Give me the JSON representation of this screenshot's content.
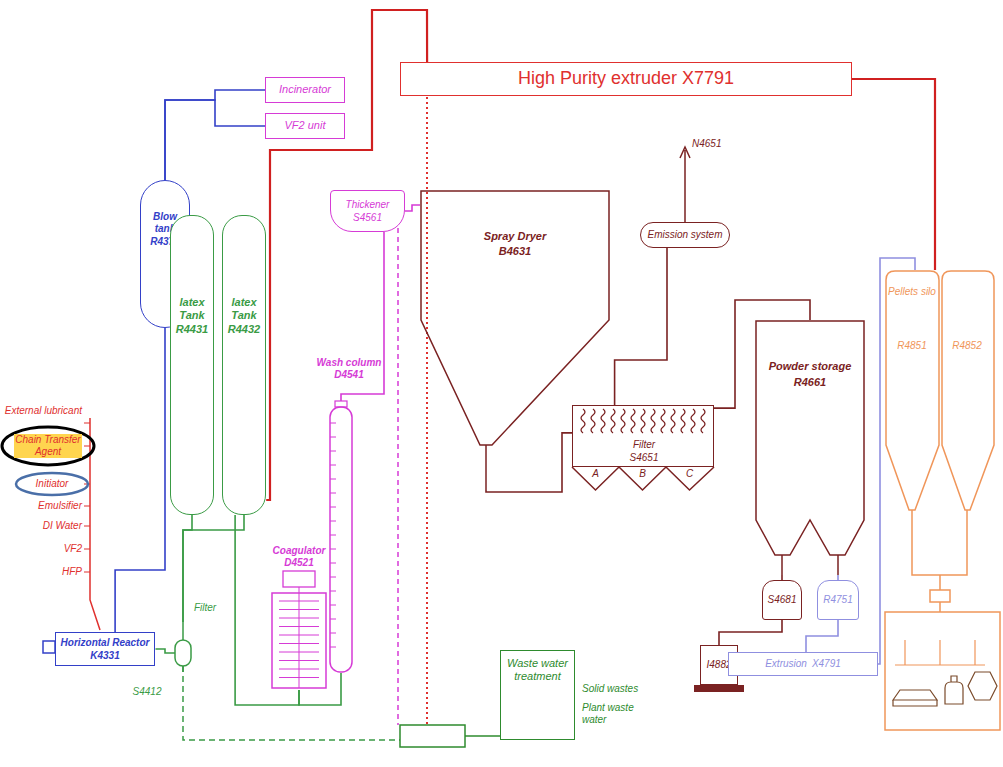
{
  "diagram": {
    "nodes": [
      {
        "text": [
          "High Purity extruder X7791"
        ]
      },
      {
        "text": [
          "Incinerator"
        ]
      },
      {
        "text": [
          "VF2 unit"
        ]
      },
      {
        "text": [
          "Blow tank",
          "R4371"
        ]
      },
      {
        "text": [
          "Thickener",
          "S4561"
        ]
      },
      {
        "text": [
          "Spray Dryer",
          "B4631"
        ]
      },
      {
        "text": [
          "Emission system"
        ]
      },
      {
        "text": [
          "Filter",
          "S4651"
        ]
      },
      {
        "text": [
          "Powder storage",
          "R4661"
        ]
      },
      {
        "text": [
          "Pellets silo",
          "R4851",
          "R4852"
        ]
      },
      {
        "text": [
          "latex Tank",
          "R4431"
        ]
      },
      {
        "text": [
          "latex Tank",
          "R4432"
        ]
      },
      {
        "text": [
          "Wash column",
          "D4541"
        ]
      },
      {
        "text": [
          "Coagulator",
          "D4521"
        ]
      },
      {
        "text": [
          "Horizontal Reactor",
          "K4331"
        ]
      },
      {
        "text": [
          "Filter",
          "S4412"
        ]
      },
      {
        "text": [
          "S4681"
        ]
      },
      {
        "text": [
          "R4751"
        ]
      },
      {
        "text": [
          "I4882"
        ]
      },
      {
        "text": [
          "Extrusion",
          "X4791"
        ]
      },
      {
        "text": [
          "Waste water treatment"
        ]
      }
    ],
    "edges": [
      {
        "from": 14,
        "to": 3,
        "arrow": "none"
      },
      {
        "from": 3,
        "to": 1,
        "arrow": "none"
      },
      {
        "from": 3,
        "to": 2,
        "arrow": "none"
      },
      {
        "from": 14,
        "to": 15,
        "arrow": "none"
      },
      {
        "from": 15,
        "to": 10,
        "arrow": "none"
      },
      {
        "from": 15,
        "to": 11,
        "arrow": "none"
      },
      {
        "from": 11,
        "to": 0,
        "arrow": "none"
      },
      {
        "from": 11,
        "to": 13,
        "arrow": "none"
      },
      {
        "from": 13,
        "to": 12,
        "arrow": "none"
      },
      {
        "from": 12,
        "to": 4,
        "arrow": "none"
      },
      {
        "from": 4,
        "to": 5,
        "arrow": "none"
      },
      {
        "from": 5,
        "to": 7,
        "arrow": "none"
      },
      {
        "from": 7,
        "to": 6,
        "arrow": "none"
      },
      {
        "from": 7,
        "to": 8,
        "arrow": "none"
      },
      {
        "from": 8,
        "to": 16,
        "arrow": "none"
      },
      {
        "from": 8,
        "to": 17,
        "arrow": "none"
      },
      {
        "from": 16,
        "to": 18,
        "arrow": "none"
      },
      {
        "from": 17,
        "to": 19,
        "arrow": "none"
      },
      {
        "from": 19,
        "to": 9,
        "arrow": "none"
      },
      {
        "from": 0,
        "to": 9,
        "arrow": "none"
      }
    ],
    "labels": [
      "External lubricant",
      "Chain Transfer Agent",
      "Initiator",
      "Emulsifier",
      "DI Water",
      "VF2",
      "HFP",
      "N4651",
      "A",
      "B",
      "C",
      "Solid wastes",
      "Plant waste water"
    ]
  }
}
